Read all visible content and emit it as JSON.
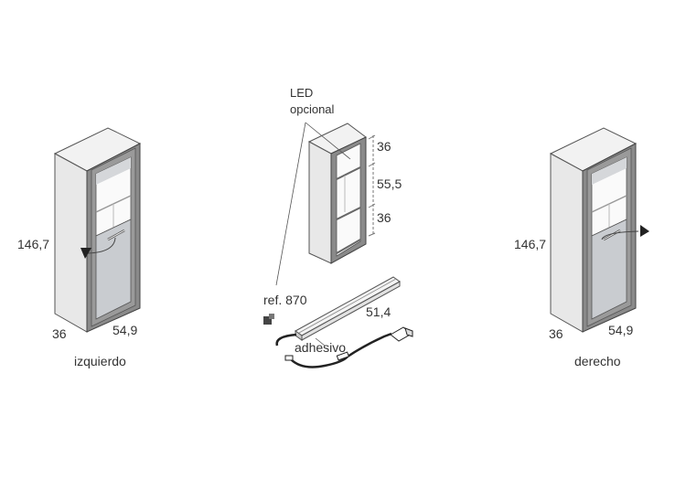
{
  "left_cabinet": {
    "height": "146,7",
    "depth": "36",
    "width": "54,9",
    "caption": "izquierdo"
  },
  "right_cabinet": {
    "height": "146,7",
    "depth": "36",
    "width": "54,9",
    "caption": "derecho"
  },
  "center_cabinet": {
    "led_label_line1": "LED",
    "led_label_line2": "opcional",
    "dims": [
      "36",
      "55,5",
      "36"
    ]
  },
  "led_strip": {
    "ref": "ref. 870",
    "length": "51,4",
    "note": "adhesivo"
  },
  "colors": {
    "frame": "#8a8a8a",
    "side": "#e6e6e6",
    "top": "#f2f2f2",
    "panel": "#c9ccd0",
    "line": "#555555"
  }
}
